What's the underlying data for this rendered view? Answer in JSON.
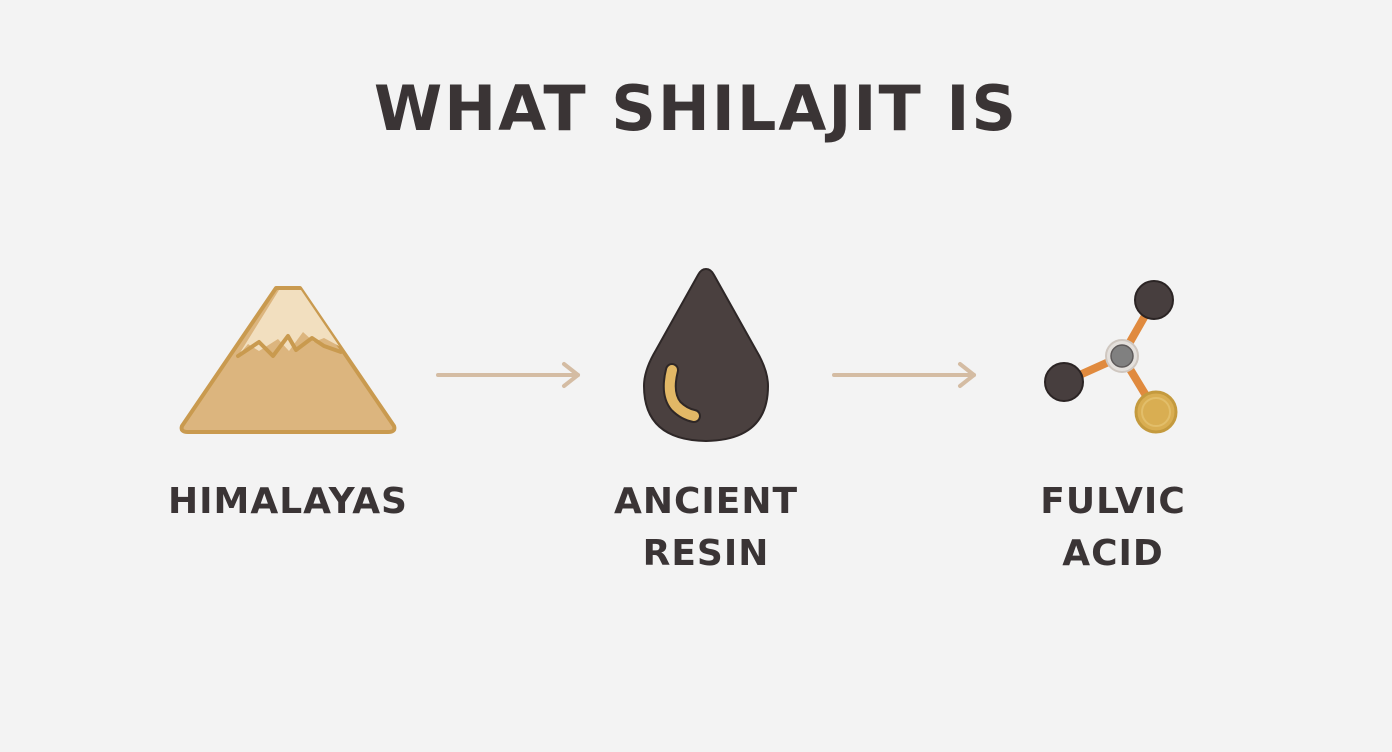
{
  "title": "WHAT SHILAJIT IS",
  "steps": [
    {
      "id": "himalayas",
      "icon": "mountain-icon",
      "label_lines": [
        "HIMALAYAS"
      ]
    },
    {
      "id": "ancient-resin",
      "icon": "resin-drop-icon",
      "label_lines": [
        "ANCIENT",
        "RESIN"
      ]
    },
    {
      "id": "fulvic-acid",
      "icon": "molecule-icon",
      "label_lines": [
        "FULVIC",
        "ACID"
      ]
    }
  ],
  "connectors": [
    "arrow-right-icon",
    "arrow-right-icon"
  ],
  "colors": {
    "background": "#f3f3f3",
    "text": "#3a3435",
    "mountain_fill": "#dcb57e",
    "mountain_snow": "#f2dfbf",
    "mountain_outline": "#c99a4f",
    "drop": "#4a403f",
    "drop_highlight": "#e2b866",
    "arrow": "#d4bca3",
    "bond": "#e08a3e",
    "atom_dark": "#473e3e",
    "atom_center": "#808080",
    "atom_gold": "#d9ae52"
  }
}
